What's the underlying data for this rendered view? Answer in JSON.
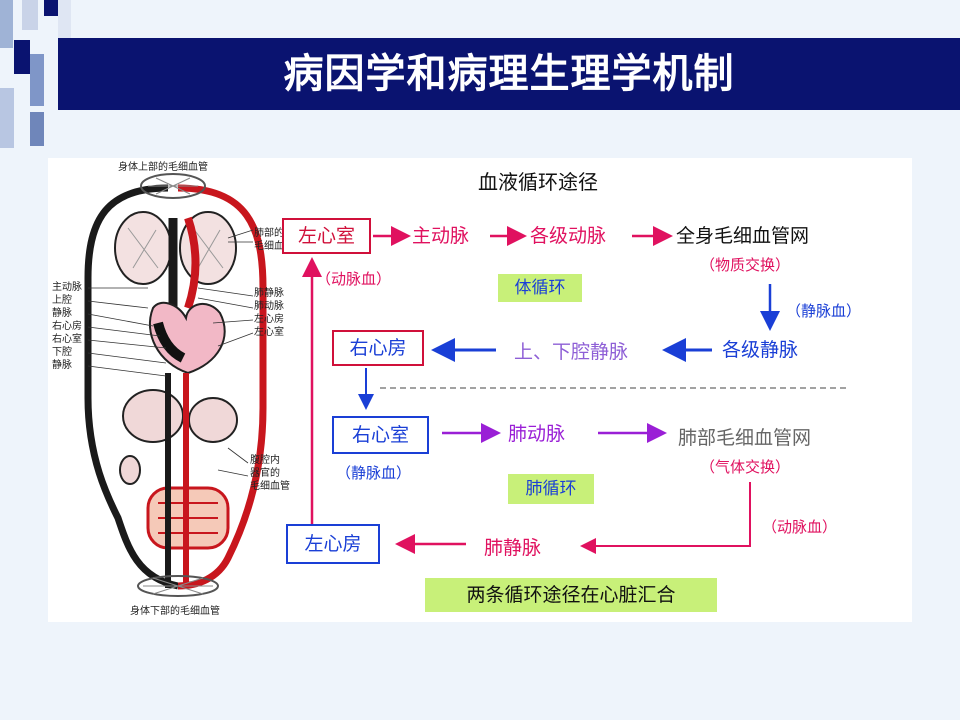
{
  "title": "病因学和病理生理学机制",
  "colors": {
    "title_bg": "#0a1370",
    "title_text": "#ffffff",
    "systemic_arrow": "#e0115f",
    "return_arrow": "#1a3fd6",
    "pulmonary_arrow": "#9a1fd6",
    "label_highlight": "#c8f079"
  },
  "anatomy": {
    "top_label": "身体上部的毛细血管",
    "bottom_label": "身体下部的毛细血管",
    "left_labels": [
      "主动脉",
      "上腔",
      "静脉",
      "右心房",
      "右心室",
      "下腔",
      "静脉"
    ],
    "right_labels": {
      "lung_capillary_1": "肺部的",
      "lung_capillary_2": "毛细血管",
      "pulm_vein": "肺静脉",
      "pulm_artery": "肺动脉",
      "left_atrium": "左心房",
      "left_ventricle": "左心室",
      "abdominal_1": "腹腔内",
      "abdominal_2": "器官的",
      "abdominal_3": "毛细血管"
    }
  },
  "flow": {
    "heading": "血液循环途径",
    "systemic": {
      "start": "左心室",
      "aorta": "主动脉",
      "arteries": "各级动脉",
      "capillaries": "全身毛细血管网",
      "exchange": "（物质交换）",
      "vein_blood": "（静脉血）",
      "veins": "各级静脉",
      "vena_cava": "上、下腔静脉",
      "end": "右心房",
      "arterial_blood": "（动脉血）",
      "label": "体循环"
    },
    "pulmonary": {
      "start": "右心室",
      "artery": "肺动脉",
      "capillaries": "肺部毛细血管网",
      "exchange": "（气体交换）",
      "vein_blood": "（静脉血）",
      "arterial_blood": "（动脉血）",
      "vein": "肺静脉",
      "end": "左心房",
      "label": "肺循环"
    },
    "summary": "两条循环途径在心脏汇合"
  }
}
